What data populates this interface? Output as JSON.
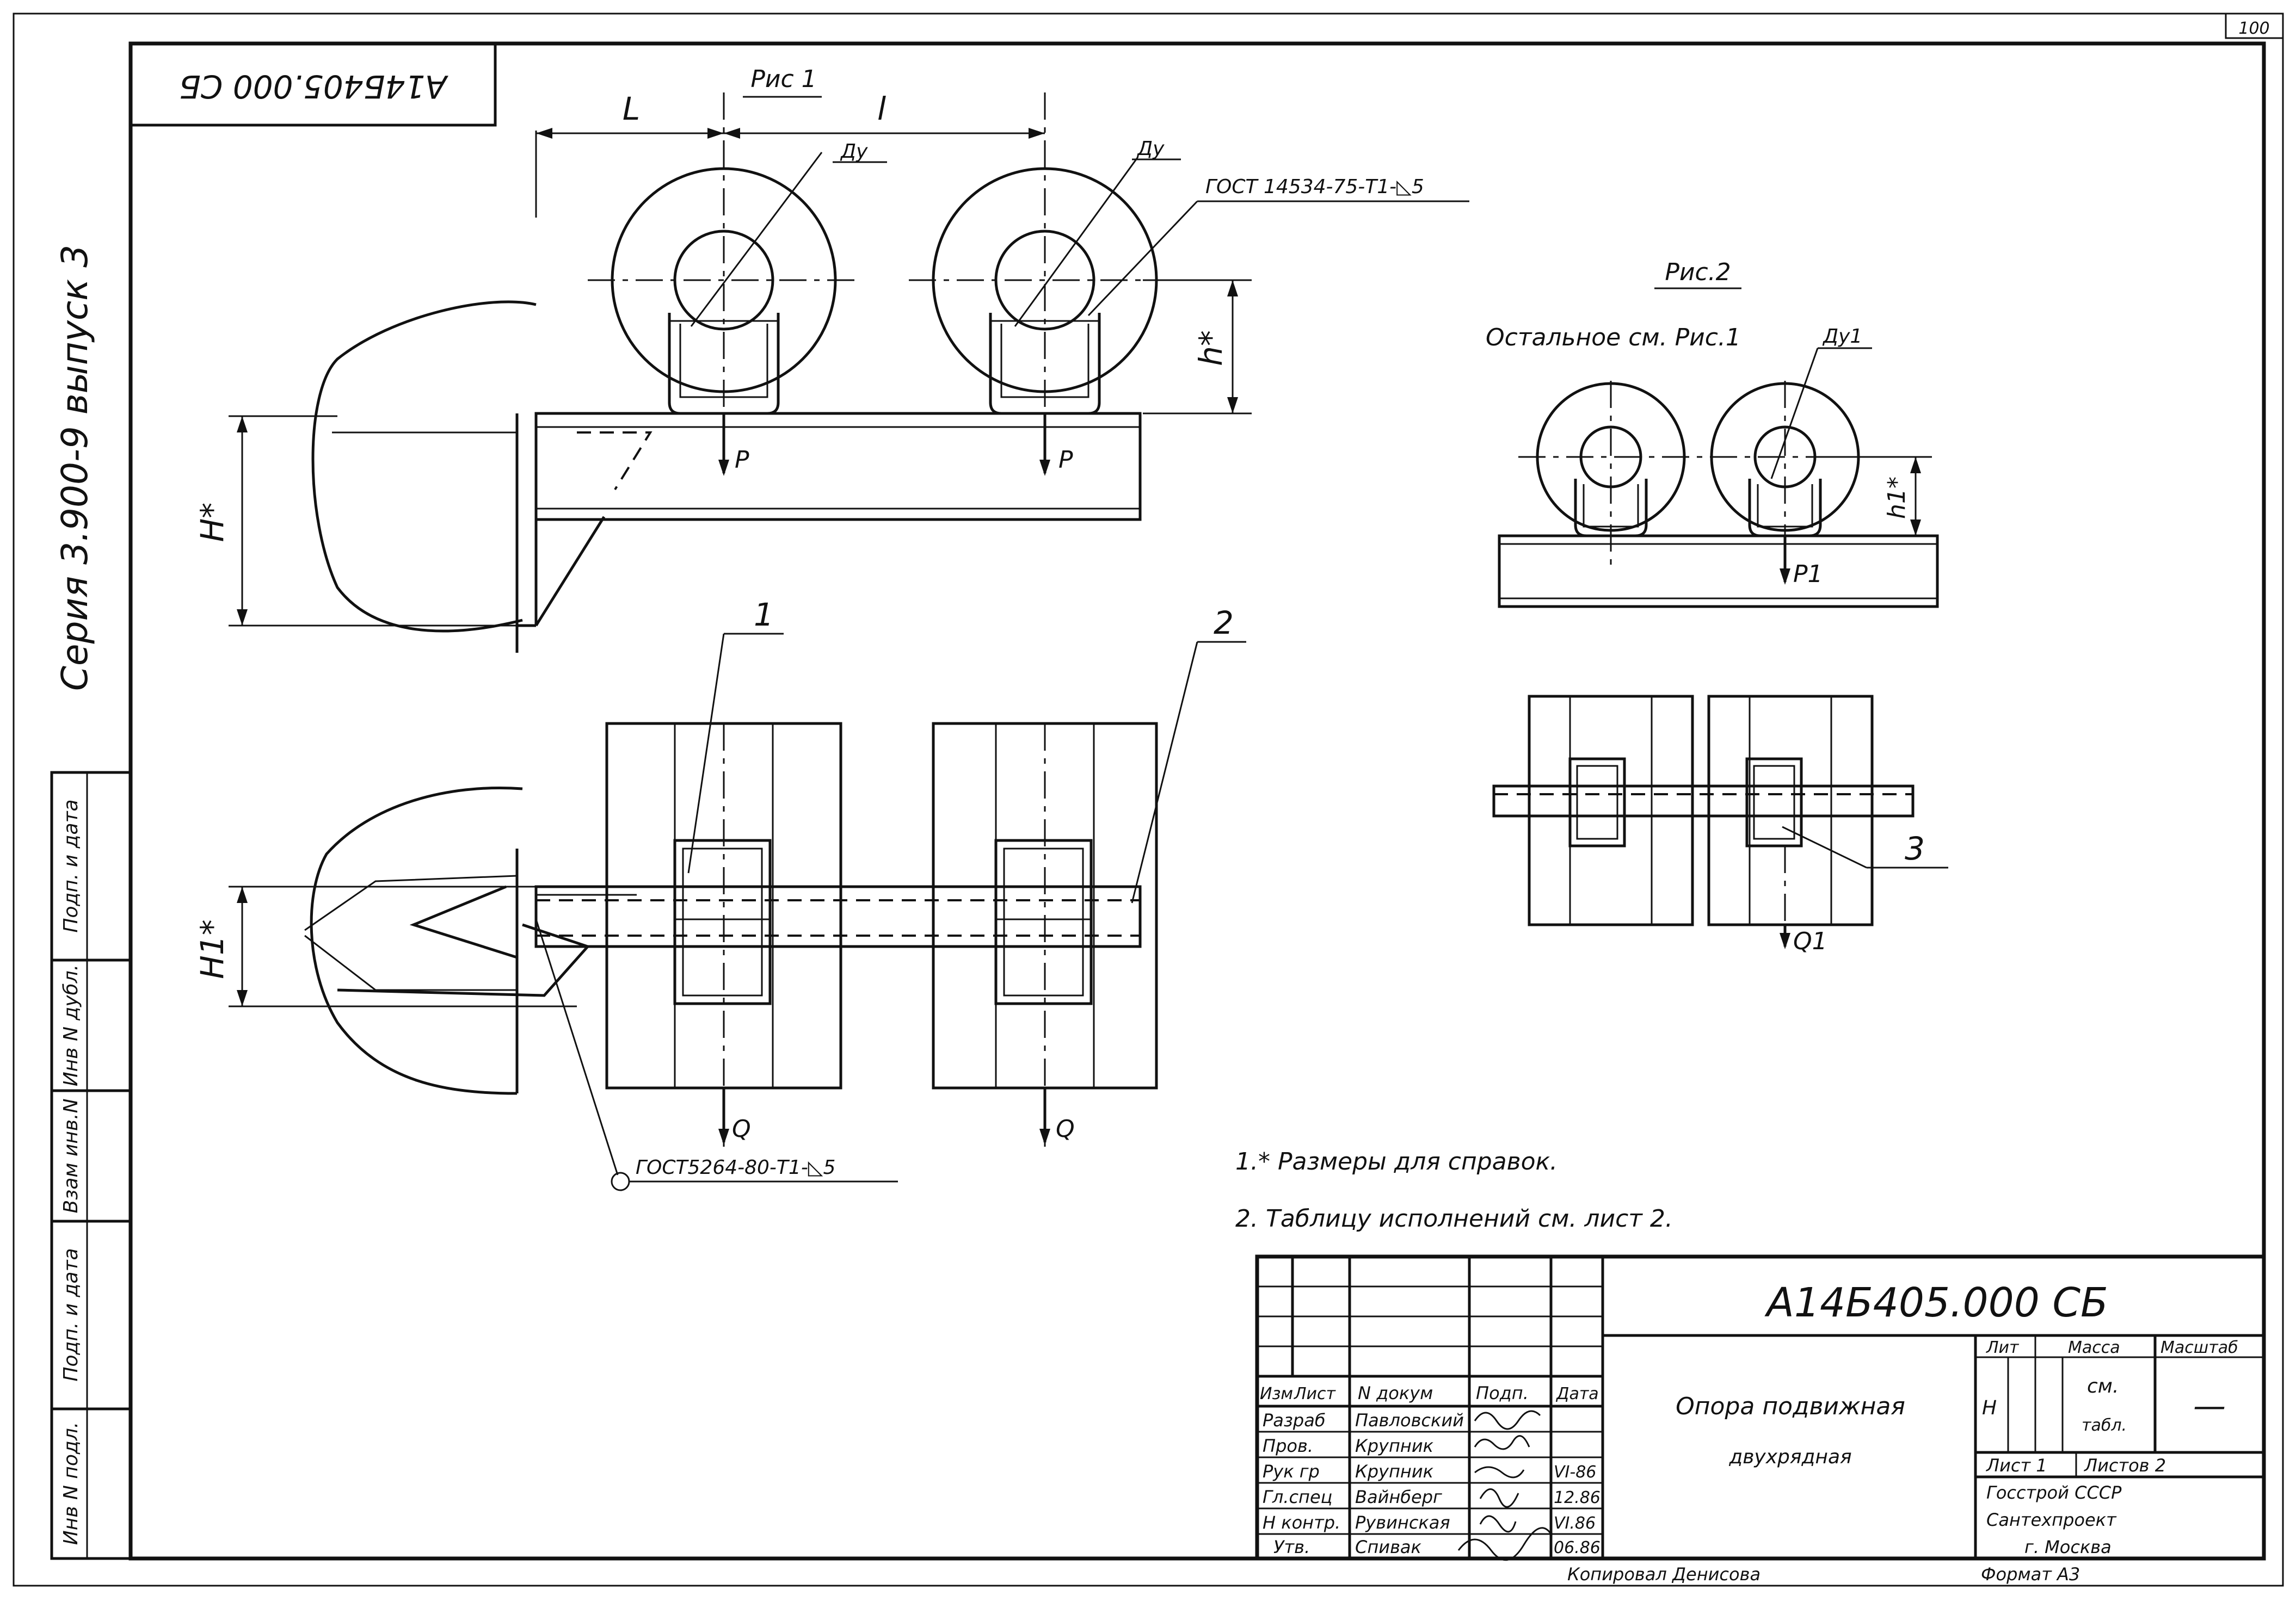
{
  "sheet_number": "100",
  "doc_code_rotated": "А14Б405.000 СБ",
  "series_label": "Серия 3.900-9 выпуск 3",
  "fig1": {
    "title": "Рис 1",
    "dim_L": "L",
    "dim_l": "l",
    "dn_left": "Ду",
    "dn_right": "Ду",
    "weld_top": "ГОСТ 14534-75-Т1-◺5",
    "dim_h": "h*",
    "dim_H": "H*",
    "load_P_left": "P",
    "load_P_right": "P",
    "pos1": "1",
    "pos2": "2",
    "dim_H1": "H1*",
    "load_Q_left": "Q",
    "load_Q_right": "Q",
    "weld_bottom": "ГОСТ5264-80-Т1-◺5"
  },
  "fig2": {
    "title": "Рис.2",
    "note": "Остальное см. Рис.1",
    "dn": "Ду1",
    "dim_h1": "h1*",
    "load_P1": "P1",
    "pos3": "3",
    "load_Q1": "Q1"
  },
  "notes": [
    "1.* Размеры для справок.",
    "2. Таблицу исполнений см. лист 2."
  ],
  "left_strip": [
    "Подп. и дата",
    "Инв N дубл.",
    "Взам инв.N",
    "Подп. и дата",
    "Инв N подл."
  ],
  "title_block": {
    "doc_code": "А14Б405.000 СБ",
    "header": {
      "izm": "Изм",
      "list": "Лист",
      "ndoc": "N докум",
      "podp": "Подп.",
      "data": "Дата"
    },
    "roles": [
      {
        "role": "Разраб",
        "name": "Павловский",
        "date": ""
      },
      {
        "role": "Пров.",
        "name": "Крупник",
        "date": ""
      },
      {
        "role": "Рук гр",
        "name": "Крупник",
        "date": "VI-86"
      },
      {
        "role": "Гл.спец",
        "name": "Вайнберг",
        "date": "12.86"
      },
      {
        "role": "Н контр.",
        "name": "Рувинская",
        "date": "VI.86"
      },
      {
        "role": "Утв.",
        "name": "Спивак",
        "date": "06.86"
      }
    ],
    "name_line1": "Опора подвижная",
    "name_line2": "двухрядная",
    "lit_label": "Лит",
    "mass_label": "Масса",
    "scale_label": "Масштаб",
    "lit_value": "Н",
    "mass_value_1": "см.",
    "mass_value_2": "табл.",
    "scale_value": "—",
    "sheet": "Лист 1",
    "sheets": "Листов 2",
    "org1": "Госстрой СССР",
    "org2": "Сантехпроект",
    "org3": "г. Москва"
  },
  "copied_by": "Копировал  Денисова",
  "format": "Формат А3"
}
